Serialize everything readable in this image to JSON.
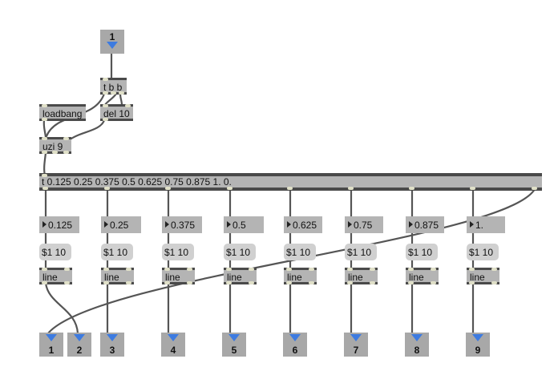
{
  "patcher": {
    "inlet": {
      "label": "1"
    },
    "trigger_small": {
      "text": "t b b"
    },
    "loadbang": {
      "text": "loadbang"
    },
    "delay": {
      "text": "del 10"
    },
    "uzi": {
      "text": "uzi 9"
    },
    "trigger_main": {
      "text": "t 0.125 0.25 0.375 0.5 0.625 0.75 0.875 1. 0."
    },
    "channels": [
      {
        "number": "0.125",
        "message": "$1 10",
        "line": "line",
        "outlet": "1"
      },
      {
        "number": "0.25",
        "message": "$1 10",
        "line": "line",
        "outlet": "2"
      },
      {
        "number": "0.375",
        "message": "$1 10",
        "line": "line",
        "outlet": "3"
      },
      {
        "number": "0.5",
        "message": "$1 10",
        "line": "line",
        "outlet": "4"
      },
      {
        "number": "0.625",
        "message": "$1 10",
        "line": "line",
        "outlet": "5"
      },
      {
        "number": "0.75",
        "message": "$1 10",
        "line": "line",
        "outlet": "6"
      },
      {
        "number": "0.875",
        "message": "$1 10",
        "line": "line",
        "outlet": "7"
      },
      {
        "number": "1.",
        "message": "$1 10",
        "line": "line",
        "outlet": "8"
      }
    ],
    "extra_outlet": {
      "label": "9"
    }
  }
}
